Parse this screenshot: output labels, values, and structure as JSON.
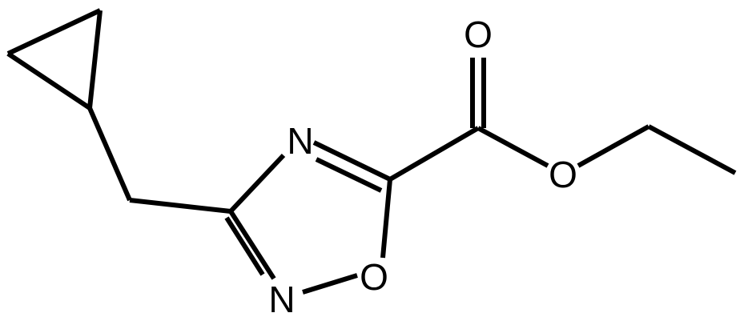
{
  "molecule": {
    "atoms": {
      "n_top": "N",
      "n_bottom": "N",
      "o_ring": "O",
      "o_carbonyl": "O",
      "o_ester": "O"
    }
  },
  "colors": {
    "bond": "#000000",
    "label": "#000000",
    "background": "#ffffff"
  }
}
